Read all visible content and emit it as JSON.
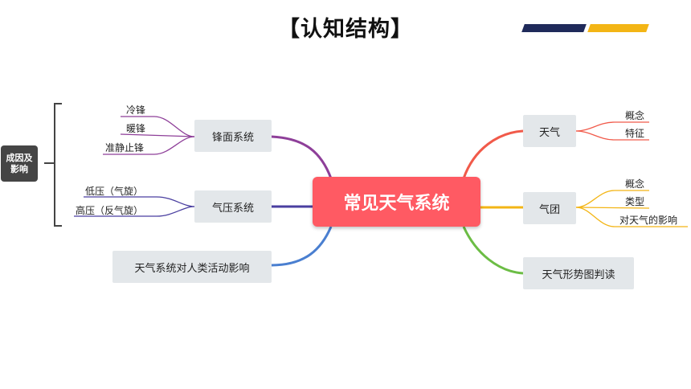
{
  "title": "【认知结构】",
  "center": "常见天气系统",
  "side_label": "成因及影响",
  "left": {
    "front_system": {
      "label": "锋面系统",
      "items": [
        "冷锋",
        "暖锋",
        "准静止锋"
      ]
    },
    "pressure_system": {
      "label": "气压系统",
      "items": [
        "低压（气旋）",
        "高压（反气旋）"
      ]
    },
    "human_impact": {
      "label": "天气系统对人类活动影响"
    }
  },
  "right": {
    "weather": {
      "label": "天气",
      "items": [
        "概念",
        "特征"
      ]
    },
    "air_mass": {
      "label": "气团",
      "items": [
        "概念",
        "类型",
        "对天气的影响"
      ]
    },
    "map_reading": {
      "label": "天气形势图判读"
    }
  },
  "colors": {
    "center": "#ff5a63",
    "front_branch": "#8e3f99",
    "pressure_branch": "#4a3fa0",
    "impact_branch": "#4a7fd0",
    "weather_branch": "#f15a4a",
    "air_mass_branch": "#f3b515",
    "map_branch": "#6cbd45",
    "accent_navy": "#1f2a5a",
    "accent_gold": "#f3b515"
  }
}
